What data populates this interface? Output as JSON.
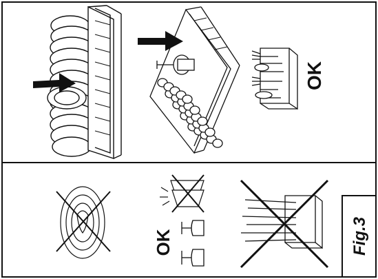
{
  "figure": {
    "caption": "Fig.3",
    "ok_label_top": "OK",
    "ok_label_bottom": "OK"
  },
  "panels": [
    {
      "name": "plates-in-rack",
      "status": "allowed"
    },
    {
      "name": "glasses-in-rack",
      "status": "allowed"
    },
    {
      "name": "cutlery-in-basket",
      "status": "allowed"
    },
    {
      "name": "single-plate",
      "status": "not-allowed"
    },
    {
      "name": "stacked-glasses",
      "status": "not-allowed"
    },
    {
      "name": "upright-glasses",
      "status": "allowed"
    },
    {
      "name": "cutlery-crammed",
      "status": "not-allowed"
    }
  ],
  "colors": {
    "stroke": "#111111",
    "background": "#ffffff",
    "arrow": "#111111"
  }
}
